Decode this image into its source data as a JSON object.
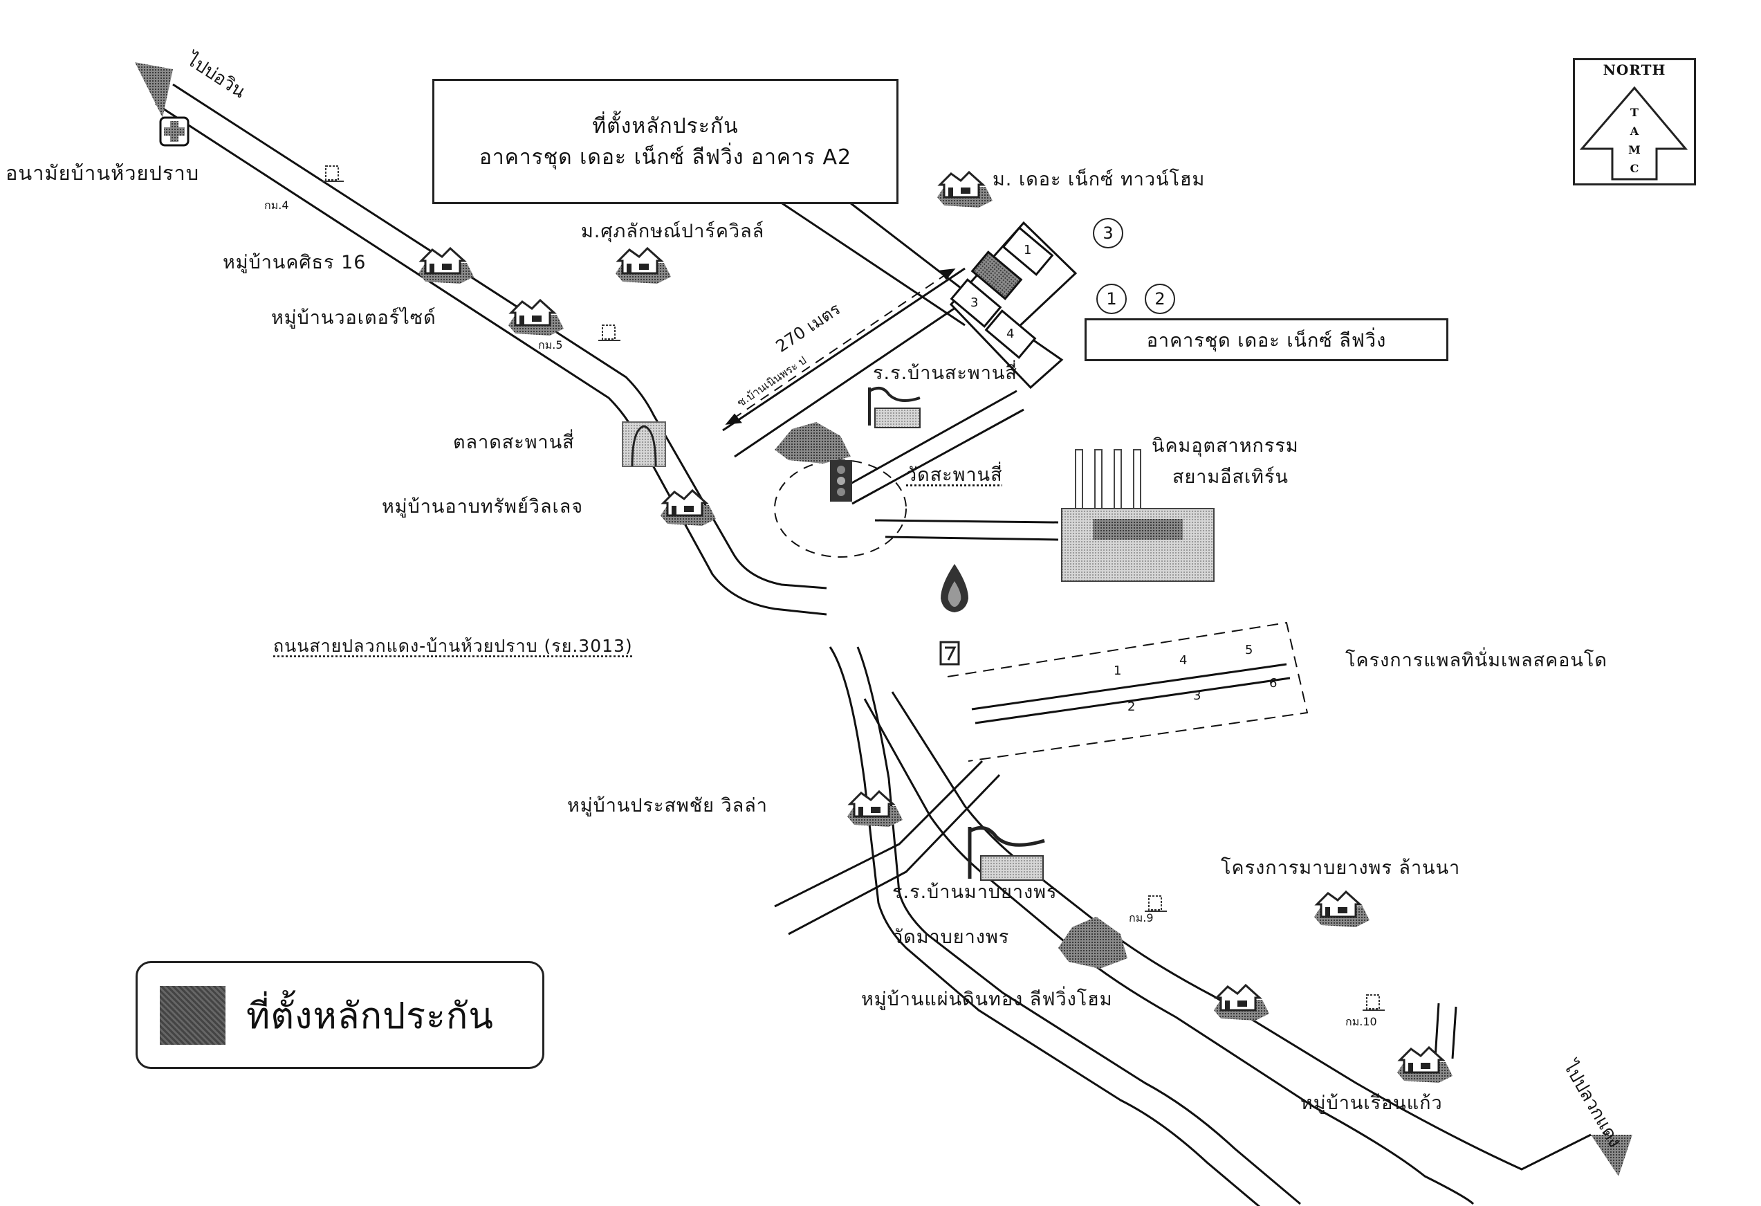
{
  "map": {
    "title_box": {
      "line1": "ที่ตั้งหลักประกัน",
      "line2": "อาคารชุด เดอะ เน็กซ์ ลีฟวิ่ง อาคาร A2"
    },
    "legend": {
      "swatch_color": "#555555",
      "label": "ที่ตั้งหลักประกัน"
    },
    "north_arrow": {
      "word": "NORTH",
      "letters": [
        "T",
        "A",
        "M",
        "C"
      ]
    },
    "directions": {
      "northwest": "ไปบ่อวิน",
      "southeast": "ไปปลวกแดง"
    },
    "distance_label": "270 เมตร",
    "side_road_label": "ซ.บ้านเนินพระ ป",
    "main_road_label": "ถนนสายปลวกแดง-บ้านห้วยปราบ (รย.3013)",
    "condo_site": {
      "label": "อาคารชุด เดอะ เน็กซ์ ลีฟวิ่ง",
      "circle_numbers": [
        "3",
        "1",
        "2"
      ],
      "building_numbers": [
        "1",
        "3",
        "4"
      ],
      "collateral_building": "A2"
    },
    "places": [
      {
        "id": "health-center",
        "name": "อนามัยบ้านห้วยปราบ",
        "icon": "first-aid-cross"
      },
      {
        "id": "khasiri16",
        "name": "หมู่บ้านคศิธร 16",
        "icon": "houses"
      },
      {
        "id": "waterside",
        "name": "หมู่บ้านวอเตอร์ไซด์",
        "icon": "houses"
      },
      {
        "id": "suphalak",
        "name": "ม.ศุภลักษณ์ปาร์ควิลล์",
        "icon": "houses"
      },
      {
        "id": "next-townhome",
        "name": "ม. เดอะ เน็กซ์ ทาวน์โฮม",
        "icon": "houses"
      },
      {
        "id": "school-saphan-si",
        "name": "ร.ร.บ้านสะพานสี่",
        "icon": "school"
      },
      {
        "id": "market",
        "name": "ตลาดสะพานสี่",
        "icon": "market"
      },
      {
        "id": "wat-saphan-si",
        "name": "วัดสะพานสี่",
        "icon": "temple"
      },
      {
        "id": "arbsap-village",
        "name": "หมู่บ้านอาบทรัพย์วิลเลจ",
        "icon": "houses"
      },
      {
        "id": "industrial-line1",
        "name": "นิคมอุตสาหกรรม",
        "icon": "factory"
      },
      {
        "id": "industrial-line2",
        "name": "สยามอีสเทิร์น",
        "icon": "factory"
      },
      {
        "id": "ptt-station",
        "name": "ปั๊มน้ำมัน",
        "icon": "ptt-flame"
      },
      {
        "id": "seven-eleven",
        "name": "ร้านสะดวกซื้อ",
        "icon": "store-7"
      },
      {
        "id": "plus-condo",
        "name": "โครงการแพลทินั่มเพลสคอนโด",
        "icon": "lots"
      },
      {
        "id": "prasopchai",
        "name": "หมู่บ้านประสพชัย วิลล่า",
        "icon": "houses"
      },
      {
        "id": "school-map-yang-phon",
        "name": "ร.ร.บ้านมาบยางพร",
        "icon": "school"
      },
      {
        "id": "wat-map-yang-phon",
        "name": "วัดมาบยางพร",
        "icon": "temple"
      },
      {
        "id": "map-yang-phon-lanna",
        "name": "โครงการมาบยางพร ล้านนา",
        "icon": "houses"
      },
      {
        "id": "saen-din-thong",
        "name": "หมู่บ้านแผ่นดินทอง ลีฟวิ่งโฮม",
        "icon": "houses"
      },
      {
        "id": "ruean-kaew",
        "name": "หมู่บ้านเรือนแก้ว",
        "icon": "houses"
      }
    ],
    "km_markers": [
      "กม.4",
      "กม.5",
      "กม.9",
      "กม.10"
    ],
    "platinum_lots_top": [
      "1",
      "4",
      "5"
    ],
    "platinum_lots_bottom": [
      "2",
      "3",
      "6"
    ]
  }
}
